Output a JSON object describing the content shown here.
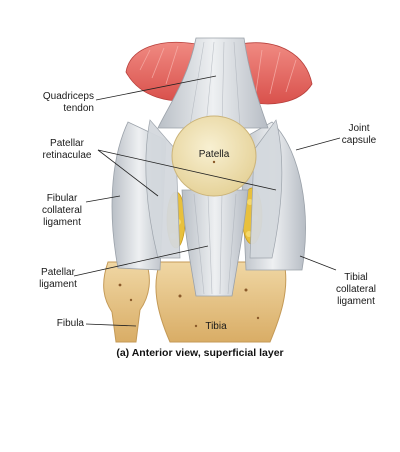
{
  "figure": {
    "caption": "(a) Anterior view, superficial layer",
    "labels": {
      "quadriceps_tendon": [
        "Quadriceps",
        "tendon"
      ],
      "patella": "Patella",
      "joint_capsule": [
        "Joint",
        "capsule"
      ],
      "patellar_retinaculae": [
        "Patellar",
        "retinaculae"
      ],
      "fibular_collateral_ligament": [
        "Fibular",
        "collateral",
        "ligament"
      ],
      "patellar_ligament": [
        "Patellar",
        "ligament"
      ],
      "tibial_collateral_ligament": [
        "Tibial",
        "collateral",
        "ligament"
      ],
      "fibula": "Fibula",
      "tibia": "Tibia"
    },
    "colors": {
      "muscle": "#e5655f",
      "ligament": "#d9dde1",
      "bone": "#e9c98e",
      "fat": "#e8c03c",
      "patella": "#f3e6b8",
      "leader_line": "#222222"
    }
  }
}
